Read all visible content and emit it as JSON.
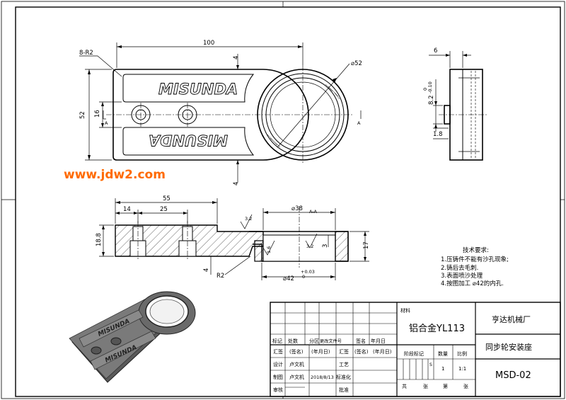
{
  "drawing": {
    "watermark": "www.jdw2.com",
    "top_view": {
      "brand_top": "MISUNDA",
      "brand_bottom": "MISUNDA",
      "dims": {
        "radius_corners": "8-R2",
        "overall_length": "100",
        "ring_diameter": "⌀52",
        "overall_height": "52",
        "slot_width": "16",
        "rib_top": "4",
        "rib_bottom": "4",
        "section_mark_left": "A",
        "section_mark_right": "A"
      }
    },
    "side_view": {
      "dims": {
        "thickness": "6",
        "tab_height": "8.2",
        "tab_tol_upper": "0",
        "tab_tol_lower": "-0.10",
        "step": "1.8"
      }
    },
    "section_view": {
      "dims": {
        "length_55": "55",
        "offset_14": "14",
        "spacing_25": "25",
        "bore_38": "⌀38",
        "section_label": "A-A",
        "height_18_8": "18.8",
        "height_17": "17",
        "depth_3": "3",
        "step_4": "4",
        "radius_r2": "R2",
        "bore_42": "⌀42",
        "bore_42_tol_upper": "+0.03",
        "bore_42_tol_lower": "0",
        "roughness_a": "3.2",
        "roughness_b": "3.2",
        "roughness_c": "1.6"
      }
    },
    "tech_requirements": {
      "title": "技术要求:",
      "items": [
        "1.压铸件不能有沙孔现象;",
        "2.铸后去毛刺.",
        "3.表面喷沙处理",
        "4.按图加工 ⌀42的内孔."
      ]
    },
    "iso_view": {
      "brand_top": "MISUNDA",
      "brand_bottom": "MISUNDA"
    }
  },
  "title_block": {
    "material_label": "材料",
    "material": "铝合金YL113",
    "company": "亨达机械厂",
    "part_name": "同步轮安装座",
    "drawing_no": "MSD-02",
    "header_row": [
      "标记",
      "处数",
      "分区",
      "更改文件号",
      "签名",
      "年月日"
    ],
    "row_huiqian": [
      "汇签",
      "(签名)",
      "(年月日)",
      "汇签",
      "(签名)",
      "(年月日)"
    ],
    "row_sheji": [
      "设计",
      "卢文机",
      "",
      "工艺",
      "",
      ""
    ],
    "row_zhitu": [
      "制图",
      "卢文机",
      "2018/8/13",
      "标准化",
      "",
      ""
    ],
    "row_shenhe": [
      "审核",
      "",
      "",
      "批准",
      "",
      ""
    ],
    "stage_label": "阶段标记",
    "qty_label": "数量",
    "scale_label": "比例",
    "stage_value": "S",
    "qty_value": "1",
    "scale_value": "1:1",
    "total_label": "共",
    "sheet_unit_a": "张",
    "sheet_label": "第",
    "sheet_unit_b": "张"
  }
}
